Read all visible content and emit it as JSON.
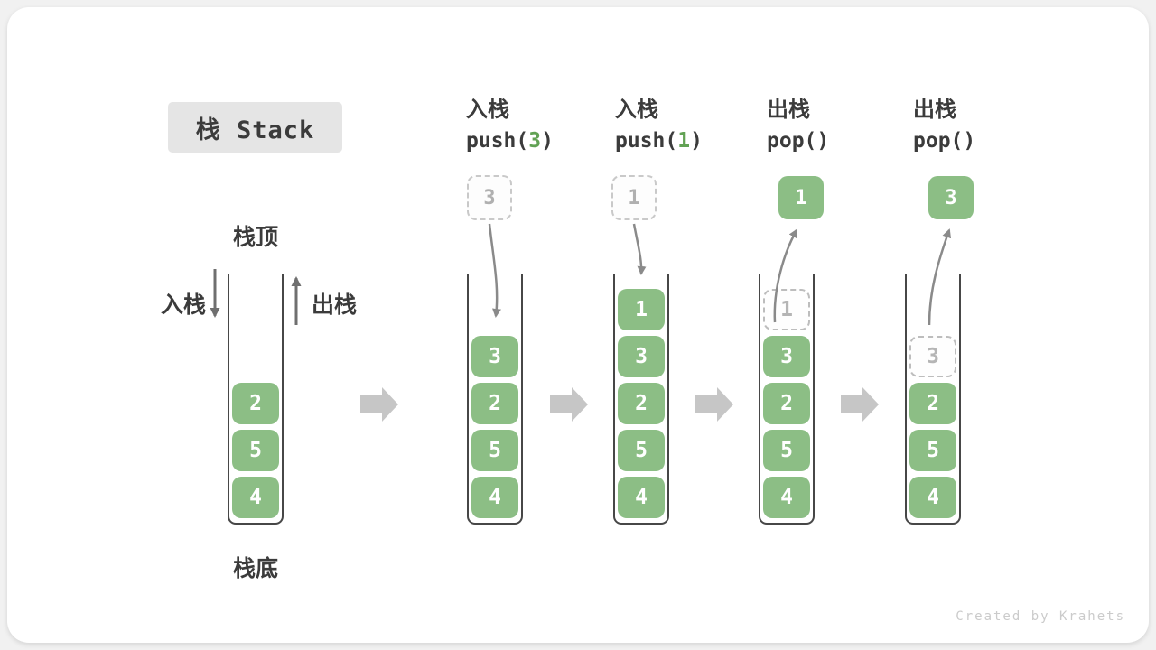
{
  "title": "栈 Stack",
  "labels": {
    "stack_top": "栈顶",
    "stack_bottom": "栈底",
    "push": "入栈",
    "pop": "出栈"
  },
  "operations": [
    {
      "action": "入栈",
      "code_prefix": "push(",
      "arg": "3",
      "code_suffix": ")"
    },
    {
      "action": "入栈",
      "code_prefix": "push(",
      "arg": "1",
      "code_suffix": ")"
    },
    {
      "action": "出栈",
      "code_prefix": "pop(",
      "arg": "",
      "code_suffix": ")"
    },
    {
      "action": "出栈",
      "code_prefix": "pop(",
      "arg": "",
      "code_suffix": ")"
    }
  ],
  "stacks": [
    {
      "items": [
        "2",
        "5",
        "4"
      ]
    },
    {
      "pushed": "3",
      "items": [
        "3",
        "2",
        "5",
        "4"
      ]
    },
    {
      "pushed": "1",
      "items": [
        "1",
        "3",
        "2",
        "5",
        "4"
      ]
    },
    {
      "popped": "1",
      "ghost": "1",
      "items": [
        "3",
        "2",
        "5",
        "4"
      ]
    },
    {
      "popped": "3",
      "ghost": "3",
      "items": [
        "2",
        "5",
        "4"
      ]
    }
  ],
  "colors": {
    "item_green": "#8cbe85",
    "code_arg_green": "#62a254",
    "block_arrow_gray": "#c6c6c6",
    "curve_arrow_gray": "#8a8a8a",
    "wall_dark": "#474747",
    "text_dark": "#3b3b3b",
    "ghost_gray": "#b5b5b5"
  },
  "watermark": "Created by Krahets"
}
